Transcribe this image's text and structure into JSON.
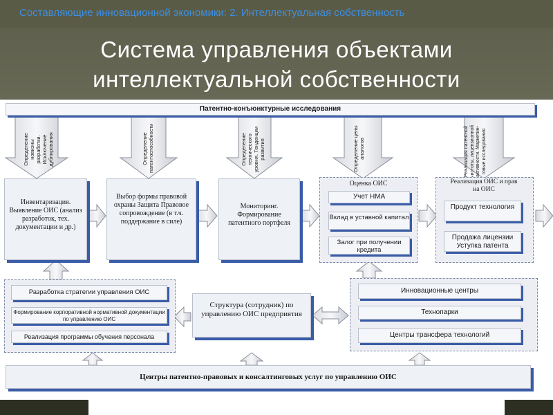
{
  "header": {
    "subtitle": "Составляющие инновационной экономики: 2. Интеллектуальная собственность",
    "title_line1": "Система управления объектами",
    "title_line2": "интеллектуальной собственности"
  },
  "diagram": {
    "top_bar": "Патентно-конъюнктурные исследования",
    "down_arrows": [
      "Определение новизны разработки. Исключение дублирования",
      "Определение патентоспособности",
      "Определение технического уровня. Тенденции развития",
      "Определение цены аналогов",
      "Реализация патентной чистоты, лицензионной активности. Маркетин-говые исследования"
    ],
    "process_boxes": [
      "Инвентаризация. Выявление ОИС (анализ разработок, тех. документации и др.)",
      "Выбор формы правовой охраны Защита Правовое сопровождение (в т.ч. поддержание в силе)",
      "Мониторинг. Формирование патентного портфеля"
    ],
    "valuation": {
      "title": "Оценка ОИС",
      "items": [
        "Учет НМА",
        "Вклад в уставной капитал",
        "Залог при получении кредита"
      ]
    },
    "realization": {
      "title": "Реализация ОИС и прав на ОИС",
      "items": [
        "Продукт технология",
        "Продажа лицензии Уступка патента"
      ]
    },
    "left_group": [
      "Разработка стратегии управления ОИС",
      "Формирование корпоративной нормативной документации по управлению ОИС",
      "Реализация программы обучения персонала"
    ],
    "center_box": "Структура (сотрудник) по управлению ОИС предприятия",
    "right_group": [
      "Инновационные центры",
      "Технопарки",
      "Центры трансфера технологий"
    ],
    "bottom_bar": "Центры патентно-правовых и консалтинговых услуг по управлению ОИС"
  }
}
